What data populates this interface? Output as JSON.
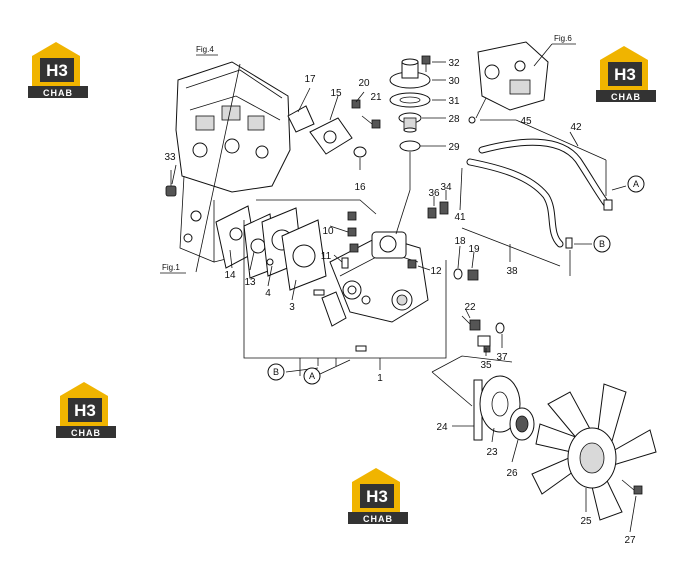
{
  "figure_refs": {
    "fig4": "Fig.4",
    "fig6": "Fig.6",
    "fig1": "Fig.1"
  },
  "callouts": {
    "a": "A",
    "b": "B"
  },
  "part_labels": [
    "1",
    "3",
    "4",
    "10",
    "11",
    "12",
    "13",
    "14",
    "15",
    "16",
    "17",
    "18",
    "19",
    "20",
    "21",
    "22",
    "23",
    "24",
    "25",
    "26",
    "27",
    "28",
    "29",
    "30",
    "31",
    "32",
    "33",
    "34",
    "35",
    "36",
    "37",
    "38",
    "41",
    "42",
    "45"
  ],
  "watermark": {
    "logo_mark": "H3",
    "brand_text": "CHAB",
    "colors": {
      "gold": "#f0b400",
      "dark": "#333333"
    }
  }
}
